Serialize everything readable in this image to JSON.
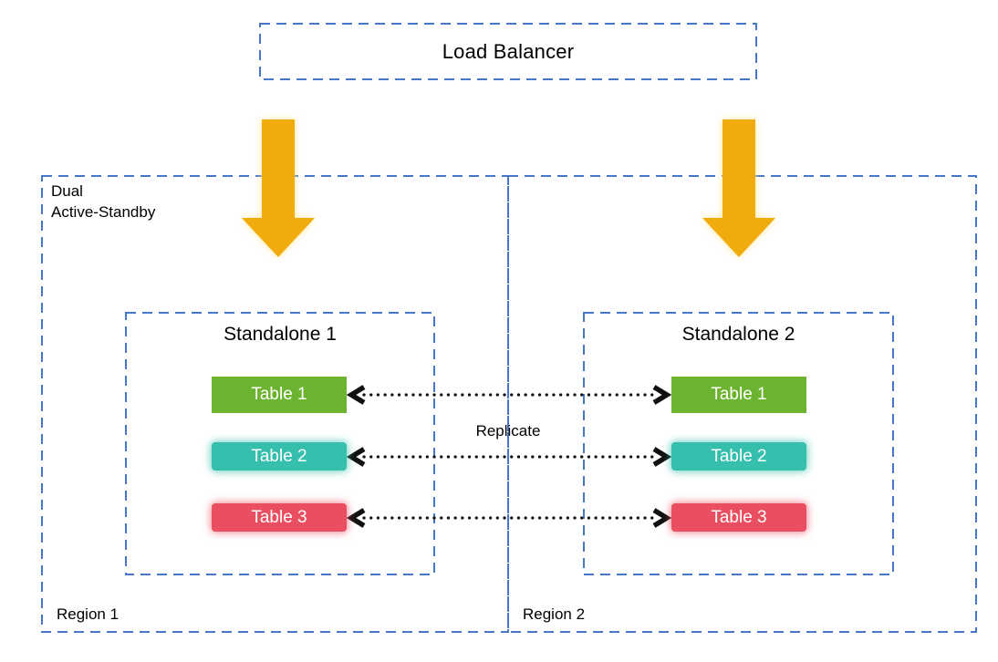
{
  "diagram": {
    "load_balancer": {
      "label": "Load Balancer"
    },
    "cluster_label": "Dual\nActive-Standby",
    "replicate_label": "Replicate",
    "regions": [
      {
        "label": "Region 1",
        "standalone": {
          "title": "Standalone 1",
          "tables": [
            "Table 1",
            "Table 2",
            "Table 3"
          ]
        }
      },
      {
        "label": "Region 2",
        "standalone": {
          "title": "Standalone 2",
          "tables": [
            "Table 1",
            "Table 2",
            "Table 3"
          ]
        }
      }
    ],
    "colors": {
      "dashed_border_blue": "#4677CB",
      "arrow_gold": "#F0AC0C",
      "table1_green": "#6CB42F",
      "table2_teal": "#35BFAC",
      "table3_red": "#E94F60",
      "connector_black": "#111111",
      "chip_text": "#FFFFFF"
    }
  }
}
